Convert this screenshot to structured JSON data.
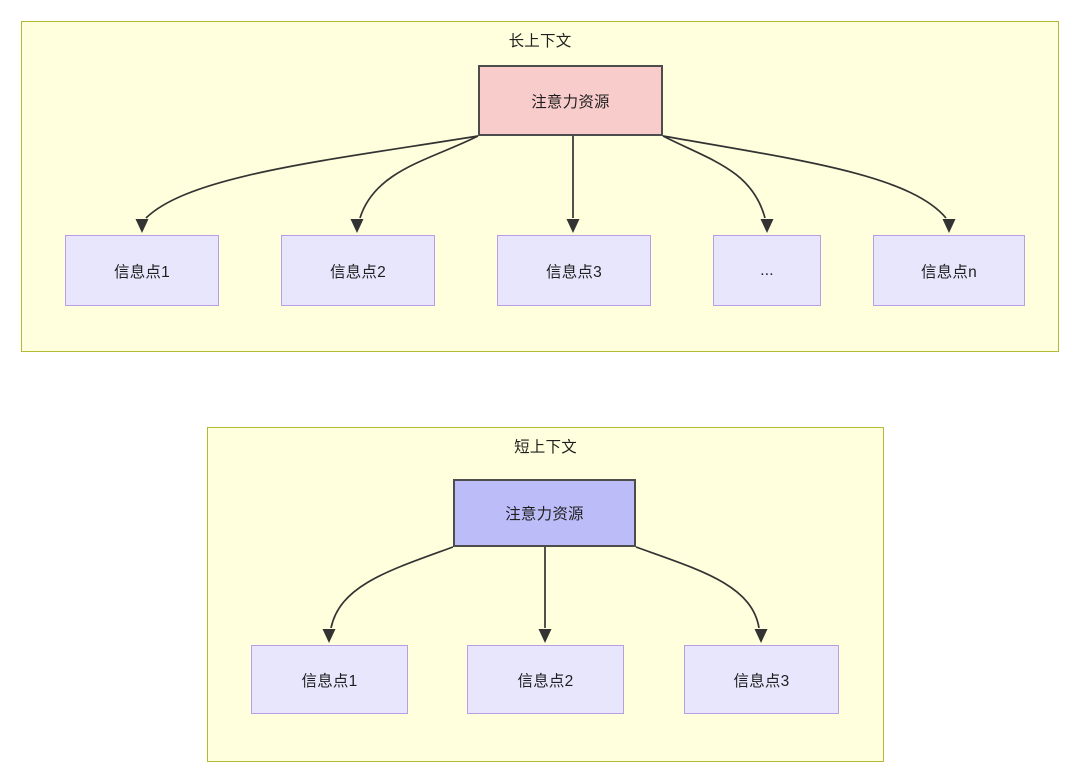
{
  "diagram": {
    "type": "tree-comparison",
    "background": "#ffffff",
    "colors": {
      "group_fill": "#ffffdd",
      "group_border": "#b5ba34",
      "root_long_fill": "#f9cccc",
      "root_short_fill": "#bcbcf9",
      "root_border": "#4d4d4d",
      "info_fill": "#e7e6fd",
      "info_border": "#b99ee6",
      "edge_stroke": "#333333",
      "text": "#1f1f1f"
    },
    "groups": [
      {
        "id": "long-context",
        "title": "长上下文",
        "root": {
          "label": "注意力资源"
        },
        "children": [
          {
            "label": "信息点1"
          },
          {
            "label": "信息点2"
          },
          {
            "label": "信息点3"
          },
          {
            "label": "..."
          },
          {
            "label": "信息点n"
          }
        ]
      },
      {
        "id": "short-context",
        "title": "短上下文",
        "root": {
          "label": "注意力资源"
        },
        "children": [
          {
            "label": "信息点1"
          },
          {
            "label": "信息点2"
          },
          {
            "label": "信息点3"
          }
        ]
      }
    ]
  }
}
